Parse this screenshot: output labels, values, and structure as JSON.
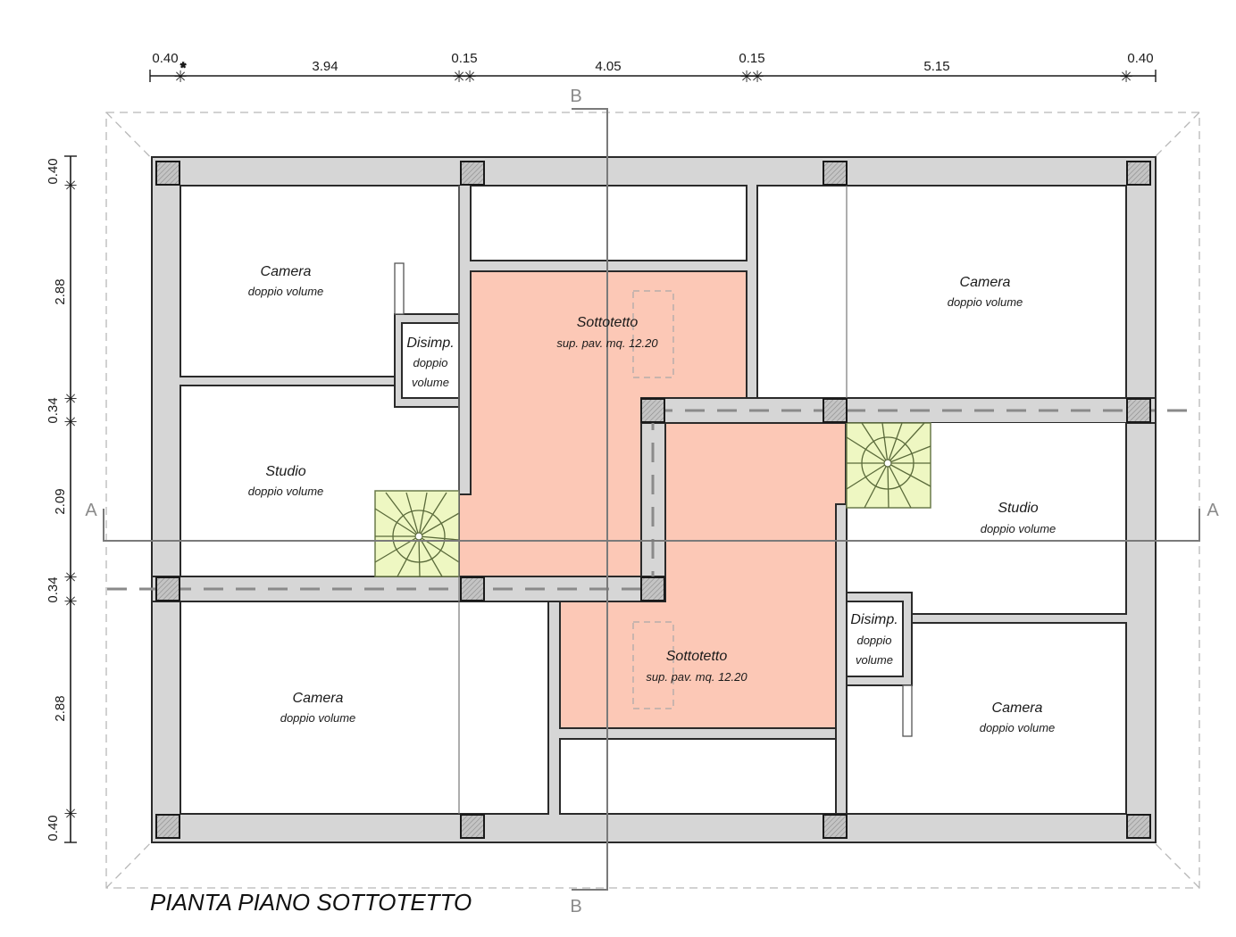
{
  "title": "PIANTA PIANO SOTTOTETTO",
  "colors": {
    "wall": "#d6d6d6",
    "attic_fill": "#fcc8b6",
    "stair_fill": "#eef7c2",
    "pillar": "#b0b0b0",
    "roof_lines": "#b8b8b8",
    "section_lines": "#7a7a7a"
  },
  "dimensions": {
    "horizontal": [
      "0.40",
      "3.94",
      "0.15",
      "4.05",
      "0.15",
      "5.15",
      "0.40"
    ],
    "vertical": [
      "0.40",
      "2.88",
      "0.34",
      "2.09",
      "0.34",
      "2.88",
      "0.40"
    ]
  },
  "section_markers": {
    "a_left": "A",
    "a_right": "A",
    "b_top": "B",
    "b_bottom": "B"
  },
  "rooms": [
    {
      "id": "camera-nw",
      "name": "Camera",
      "note": "doppio volume"
    },
    {
      "id": "disimp-w",
      "name": "Disimp.",
      "note_line1": "doppio",
      "note_line2": "volume"
    },
    {
      "id": "studio-w",
      "name": "Studio",
      "note": "doppio volume"
    },
    {
      "id": "camera-sw",
      "name": "Camera",
      "note": "doppio volume"
    },
    {
      "id": "sottotetto-n",
      "name": "Sottotetto",
      "note": "sup. pav. mq. 12.20"
    },
    {
      "id": "sottotetto-s",
      "name": "Sottotetto",
      "note": "sup. pav. mq. 12.20"
    },
    {
      "id": "camera-ne",
      "name": "Camera",
      "note": "doppio volume"
    },
    {
      "id": "studio-e",
      "name": "Studio",
      "note": "doppio volume"
    },
    {
      "id": "disimp-e",
      "name": "Disimp.",
      "note_line1": "doppio",
      "note_line2": "volume"
    },
    {
      "id": "camera-se",
      "name": "Camera",
      "note": "doppio volume"
    }
  ]
}
